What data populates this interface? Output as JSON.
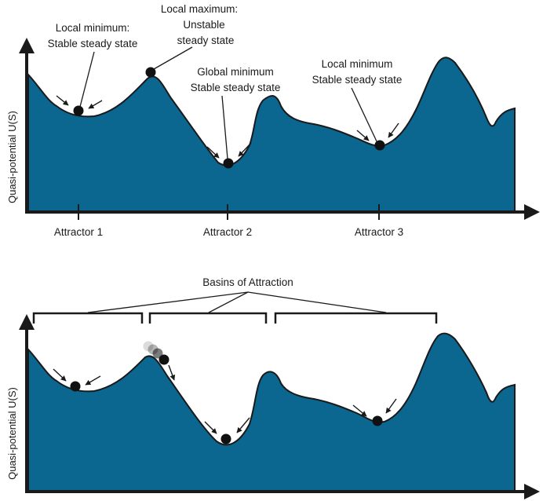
{
  "colors": {
    "landscape_fill": "#0b6690",
    "outline": "#1a1a1a",
    "ball": "#111111",
    "background": "#ffffff"
  },
  "top_panel": {
    "y_axis_label": "Quasi-potential U(S)",
    "annotations": {
      "local_min_left": [
        "Local minimum:",
        "Stable steady state"
      ],
      "local_max": [
        "Local maximum:",
        "Unstable",
        "steady state"
      ],
      "global_min": [
        "Global minimum",
        "Stable steady state"
      ],
      "local_min_right": [
        "Local minimum",
        "Stable steady state"
      ]
    },
    "attractors": [
      "Attractor 1",
      "Attractor 2",
      "Attractor 3"
    ]
  },
  "bottom_panel": {
    "y_axis_label": "Quasi-potential U(S)",
    "basins_title": "Basins of Attraction"
  }
}
